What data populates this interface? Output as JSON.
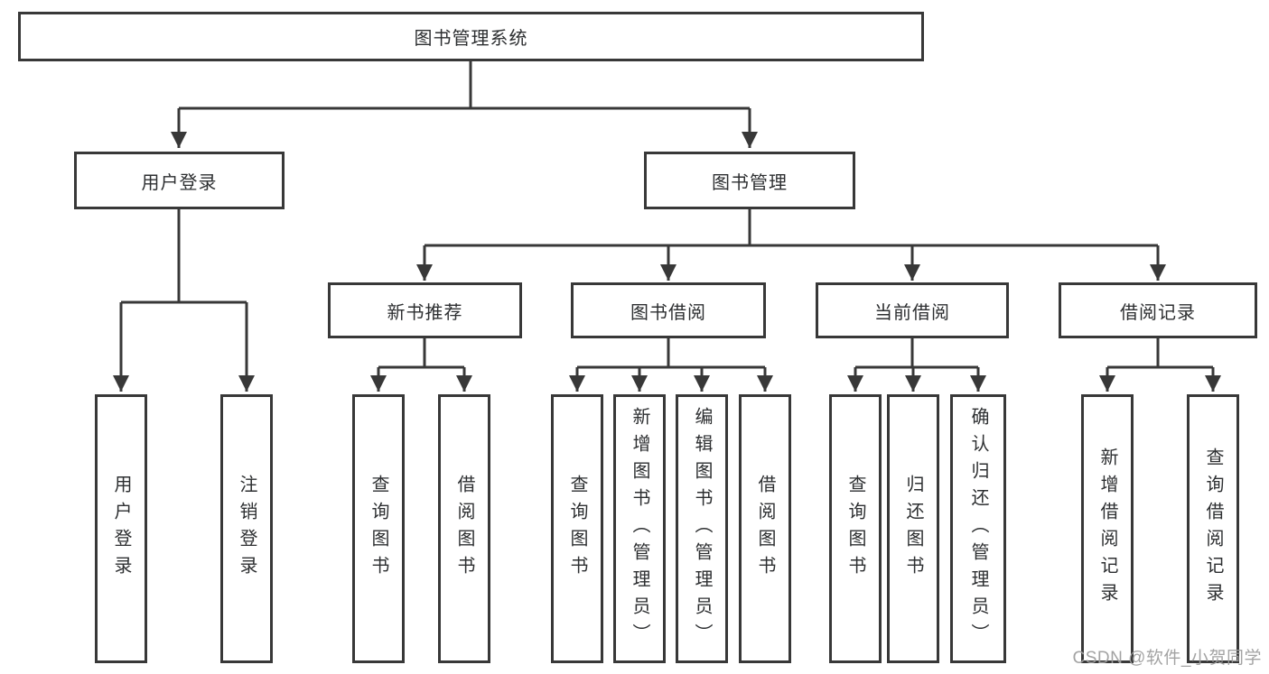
{
  "diagram": {
    "type": "tree",
    "root": {
      "label": "图书管理系统"
    },
    "level2": {
      "user_login": {
        "label": "用户登录"
      },
      "book_management": {
        "label": "图书管理"
      }
    },
    "level3": {
      "new_book_recommend": {
        "label": "新书推荐",
        "parent": "图书管理"
      },
      "book_borrow": {
        "label": "图书借阅",
        "parent": "图书管理"
      },
      "current_borrow": {
        "label": "当前借阅",
        "parent": "图书管理"
      },
      "borrow_records": {
        "label": "借阅记录",
        "parent": "图书管理"
      }
    },
    "leaves": {
      "user_login": "用户登录",
      "logout": "注销登录",
      "nb_query_books": "查询图书",
      "nb_borrow_books": "借阅图书",
      "bb_query_books": "查询图书",
      "bb_add_books": "新增图书（管理员）",
      "bb_edit_books": "编辑图书（管理员）",
      "bb_borrow_books": "借阅图书",
      "cb_query_books": "查询图书",
      "cb_return_books": "归还图书",
      "cb_confirm_return": "确认归还（管理员）",
      "br_add_record": "新增借阅记录",
      "br_query_record": "查询借阅记录"
    }
  },
  "watermark": {
    "text": "CSDN @软件_小贺同学"
  },
  "colors": {
    "line": "#383838",
    "box_border": "#383838",
    "box_background": "#ffffff",
    "text": "#2d2f31",
    "watermark": "#9e9e9e"
  }
}
